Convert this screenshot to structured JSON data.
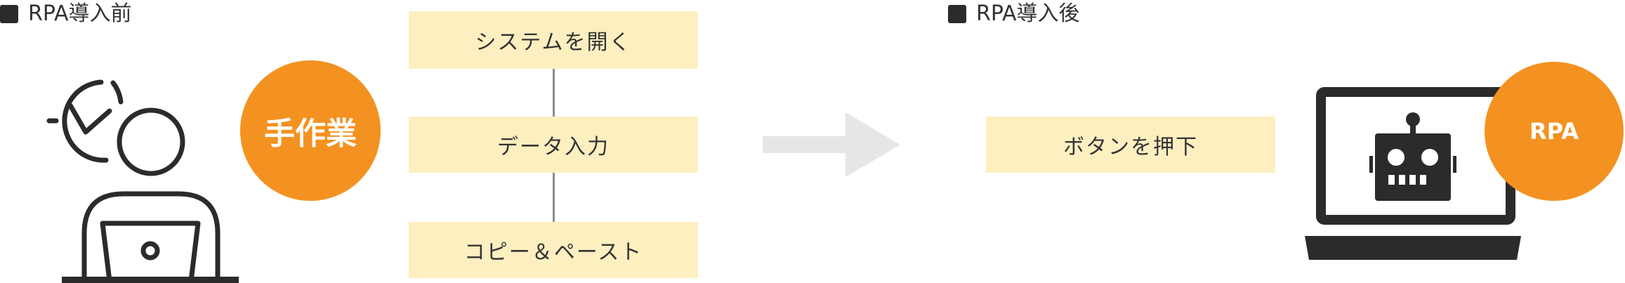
{
  "before": {
    "section_label": "RPA導入前",
    "badge_label": "手作業",
    "steps": [
      {
        "label": "システムを開く"
      },
      {
        "label": "データ入力"
      },
      {
        "label": "コピー＆ペースト"
      }
    ]
  },
  "after": {
    "section_label": "RPA導入後",
    "badge_label": "RPA",
    "steps": [
      {
        "label": "ボタンを押下"
      }
    ]
  },
  "colors": {
    "accent_orange": "#f39220",
    "step_fill": "#fdefc0",
    "connector_gray": "#8c8c8c",
    "arrow_gray": "#e6e6e6",
    "icon_dark": "#2b2b2b"
  },
  "icons": {
    "before_illustration": "person-with-clock-at-laptop-icon",
    "flow_arrow": "right-arrow-icon",
    "after_illustration": "robot-on-laptop-icon"
  }
}
